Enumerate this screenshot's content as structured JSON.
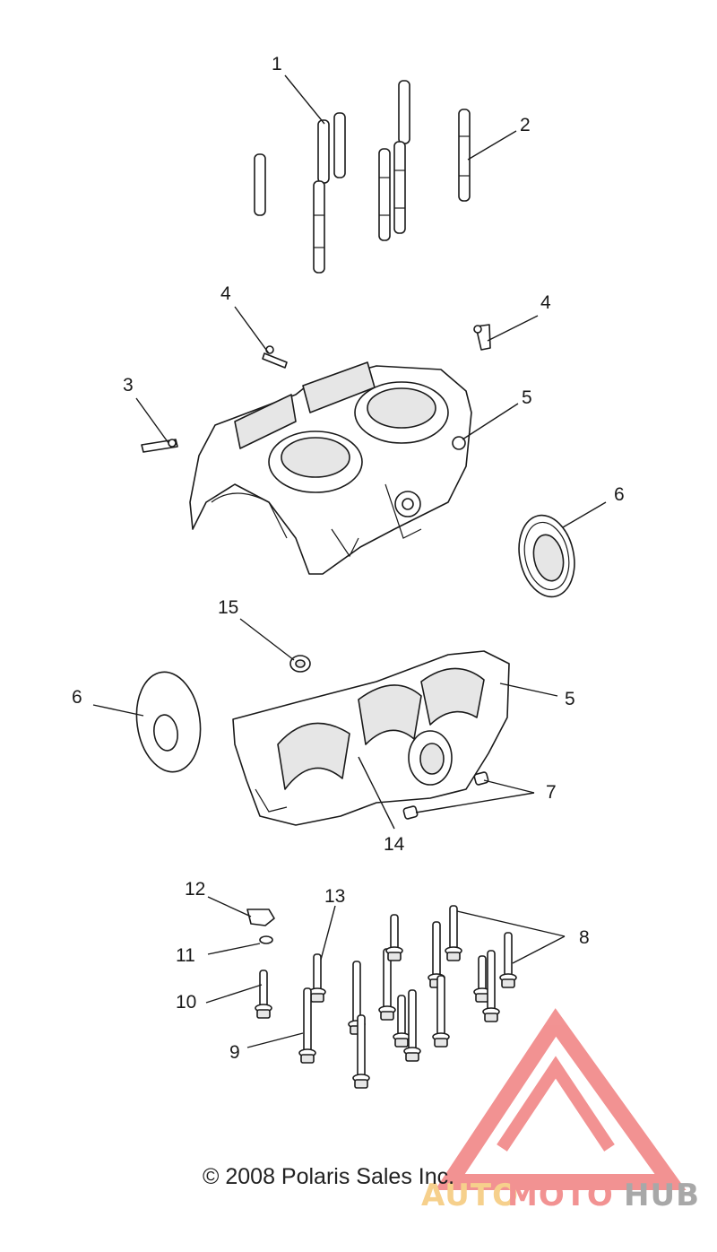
{
  "callouts": [
    {
      "id": "c1",
      "label": "1"
    },
    {
      "id": "c2",
      "label": "2"
    },
    {
      "id": "c3",
      "label": "3"
    },
    {
      "id": "c4a",
      "label": "4"
    },
    {
      "id": "c4b",
      "label": "4"
    },
    {
      "id": "c5a",
      "label": "5"
    },
    {
      "id": "c6a",
      "label": "6"
    },
    {
      "id": "c15",
      "label": "15"
    },
    {
      "id": "c6b",
      "label": "6"
    },
    {
      "id": "c5b",
      "label": "5"
    },
    {
      "id": "c7",
      "label": "7"
    },
    {
      "id": "c14",
      "label": "14"
    },
    {
      "id": "c12",
      "label": "12"
    },
    {
      "id": "c13",
      "label": "13"
    },
    {
      "id": "c8",
      "label": "8"
    },
    {
      "id": "c11",
      "label": "11"
    },
    {
      "id": "c10",
      "label": "10"
    },
    {
      "id": "c9",
      "label": "9"
    }
  ],
  "copyright": "© 2008 Polaris Sales Inc.",
  "watermark": {
    "part1": "AUTO",
    "part2": "MOTO",
    "part3": "HUB",
    "color_red": "#f08080",
    "color_orange": "#f5c878",
    "color_gray": "#9a9a9a"
  }
}
